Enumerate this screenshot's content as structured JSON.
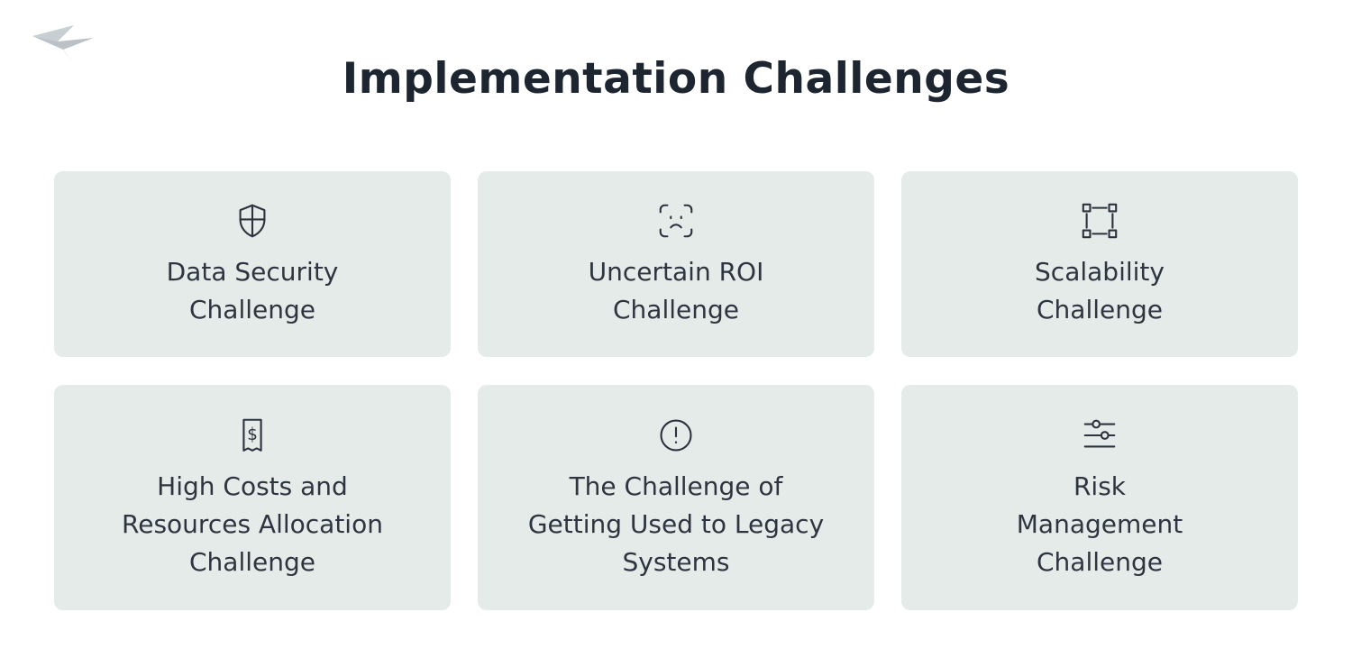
{
  "header": {
    "title": "Implementation Challenges"
  },
  "logo": {
    "name": "origami-bird-logo"
  },
  "cards": [
    {
      "icon": "shield-icon",
      "label": "Data Security\nChallenge"
    },
    {
      "icon": "face-scan-icon",
      "label": "Uncertain ROI\nChallenge"
    },
    {
      "icon": "selection-box-icon",
      "label": "Scalability\nChallenge"
    },
    {
      "icon": "receipt-dollar-icon",
      "label": "High Costs and\nResources Allocation\nChallenge"
    },
    {
      "icon": "alert-circle-icon",
      "label": "The Challenge of\nGetting Used to Legacy\nSystems"
    },
    {
      "icon": "sliders-icon",
      "label": "Risk\nManagement\nChallenge"
    }
  ],
  "colors": {
    "background": "#ffffff",
    "card_background": "#e5ebe9",
    "title_text": "#1c2530",
    "card_text": "#2d3640",
    "icon_stroke": "#2b343e",
    "logo_gray": "#c3cbd0"
  }
}
